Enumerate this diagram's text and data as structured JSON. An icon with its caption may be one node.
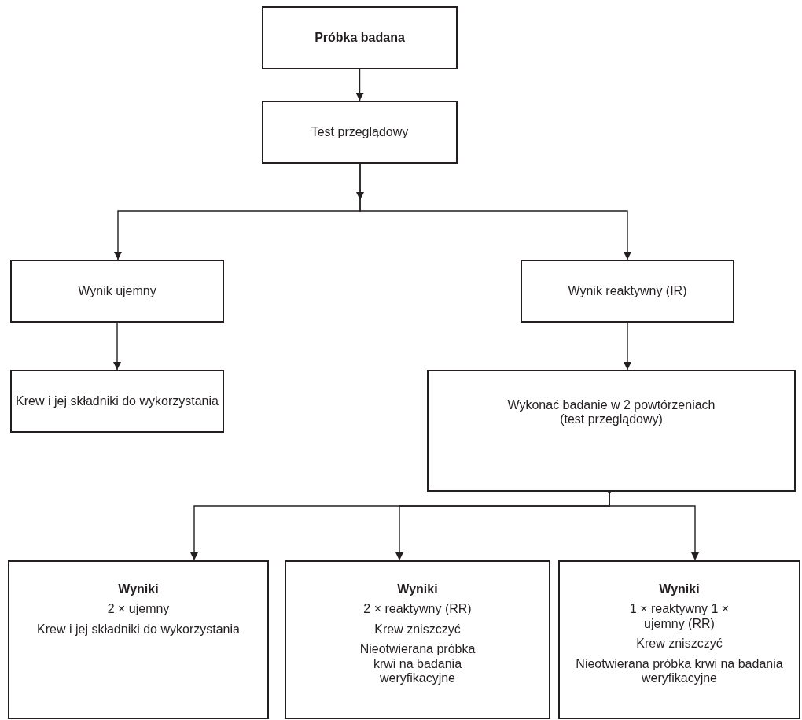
{
  "diagram": {
    "nodes": [
      {
        "text": [
          "Próbka badana"
        ]
      },
      {
        "text": [
          "Test przeglądowy"
        ]
      },
      {
        "text": [
          "Wynik ujemny"
        ]
      },
      {
        "text": [
          "Wynik reaktywny (IR)"
        ]
      },
      {
        "text": [
          "Krew i jej składniki do wykorzystania"
        ]
      },
      {
        "text": [
          "Wykonać badanie w 2 powtórzeniach (test przeglądowy)"
        ]
      },
      {
        "text": [
          "Wyniki",
          "2 × ujemny",
          "Krew i jej składniki do wykorzystania"
        ]
      },
      {
        "text": [
          "Wyniki",
          "2 × reaktywny (RR)",
          "Krew zniszczyć",
          "Nieotwierana próbka krwi na badania weryfikacyjne"
        ]
      },
      {
        "text": [
          "Wyniki",
          "1 × reaktywny 1 × ujemny (RR)",
          "Krew zniszczyć",
          "Nieotwierana próbka krwi na badania weryfikacyjne"
        ]
      }
    ],
    "edges": [
      {
        "from": 0,
        "to": 1,
        "arrow": "to"
      },
      {
        "from": 1,
        "to": 2,
        "arrow": "to"
      },
      {
        "from": 1,
        "to": 3,
        "arrow": "to"
      },
      {
        "from": 2,
        "to": 4,
        "arrow": "to"
      },
      {
        "from": 3,
        "to": 5,
        "arrow": "to"
      },
      {
        "from": 5,
        "to": 6,
        "arrow": "to"
      },
      {
        "from": 5,
        "to": 7,
        "arrow": "to"
      },
      {
        "from": 5,
        "to": 8,
        "arrow": "to"
      }
    ]
  }
}
